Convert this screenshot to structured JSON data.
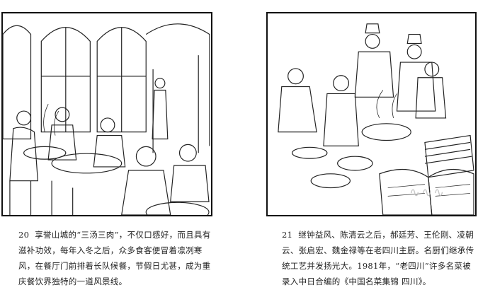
{
  "panels": [
    {
      "number": "20",
      "caption": "享誉山城的“三汤三肉”，不仅口感好，而且具有滋补功效，每年入冬之后，众多食客便冒着凛冽寒风，在餐厅门前排着长队候餐，节假日尤甚，成为重庆餐饮界独特的一道风景线。"
    },
    {
      "number": "21",
      "caption": "继钟益风、陈清云之后，郝廷芳、王伦刚、凌朝云、张启宏、魏金禄等在老四川主厨。名厨们继承传统工艺并发扬光大。1981年，“老四川”许多名菜被录入中日合编的《中国名菜集锦 四川》。"
    }
  ]
}
